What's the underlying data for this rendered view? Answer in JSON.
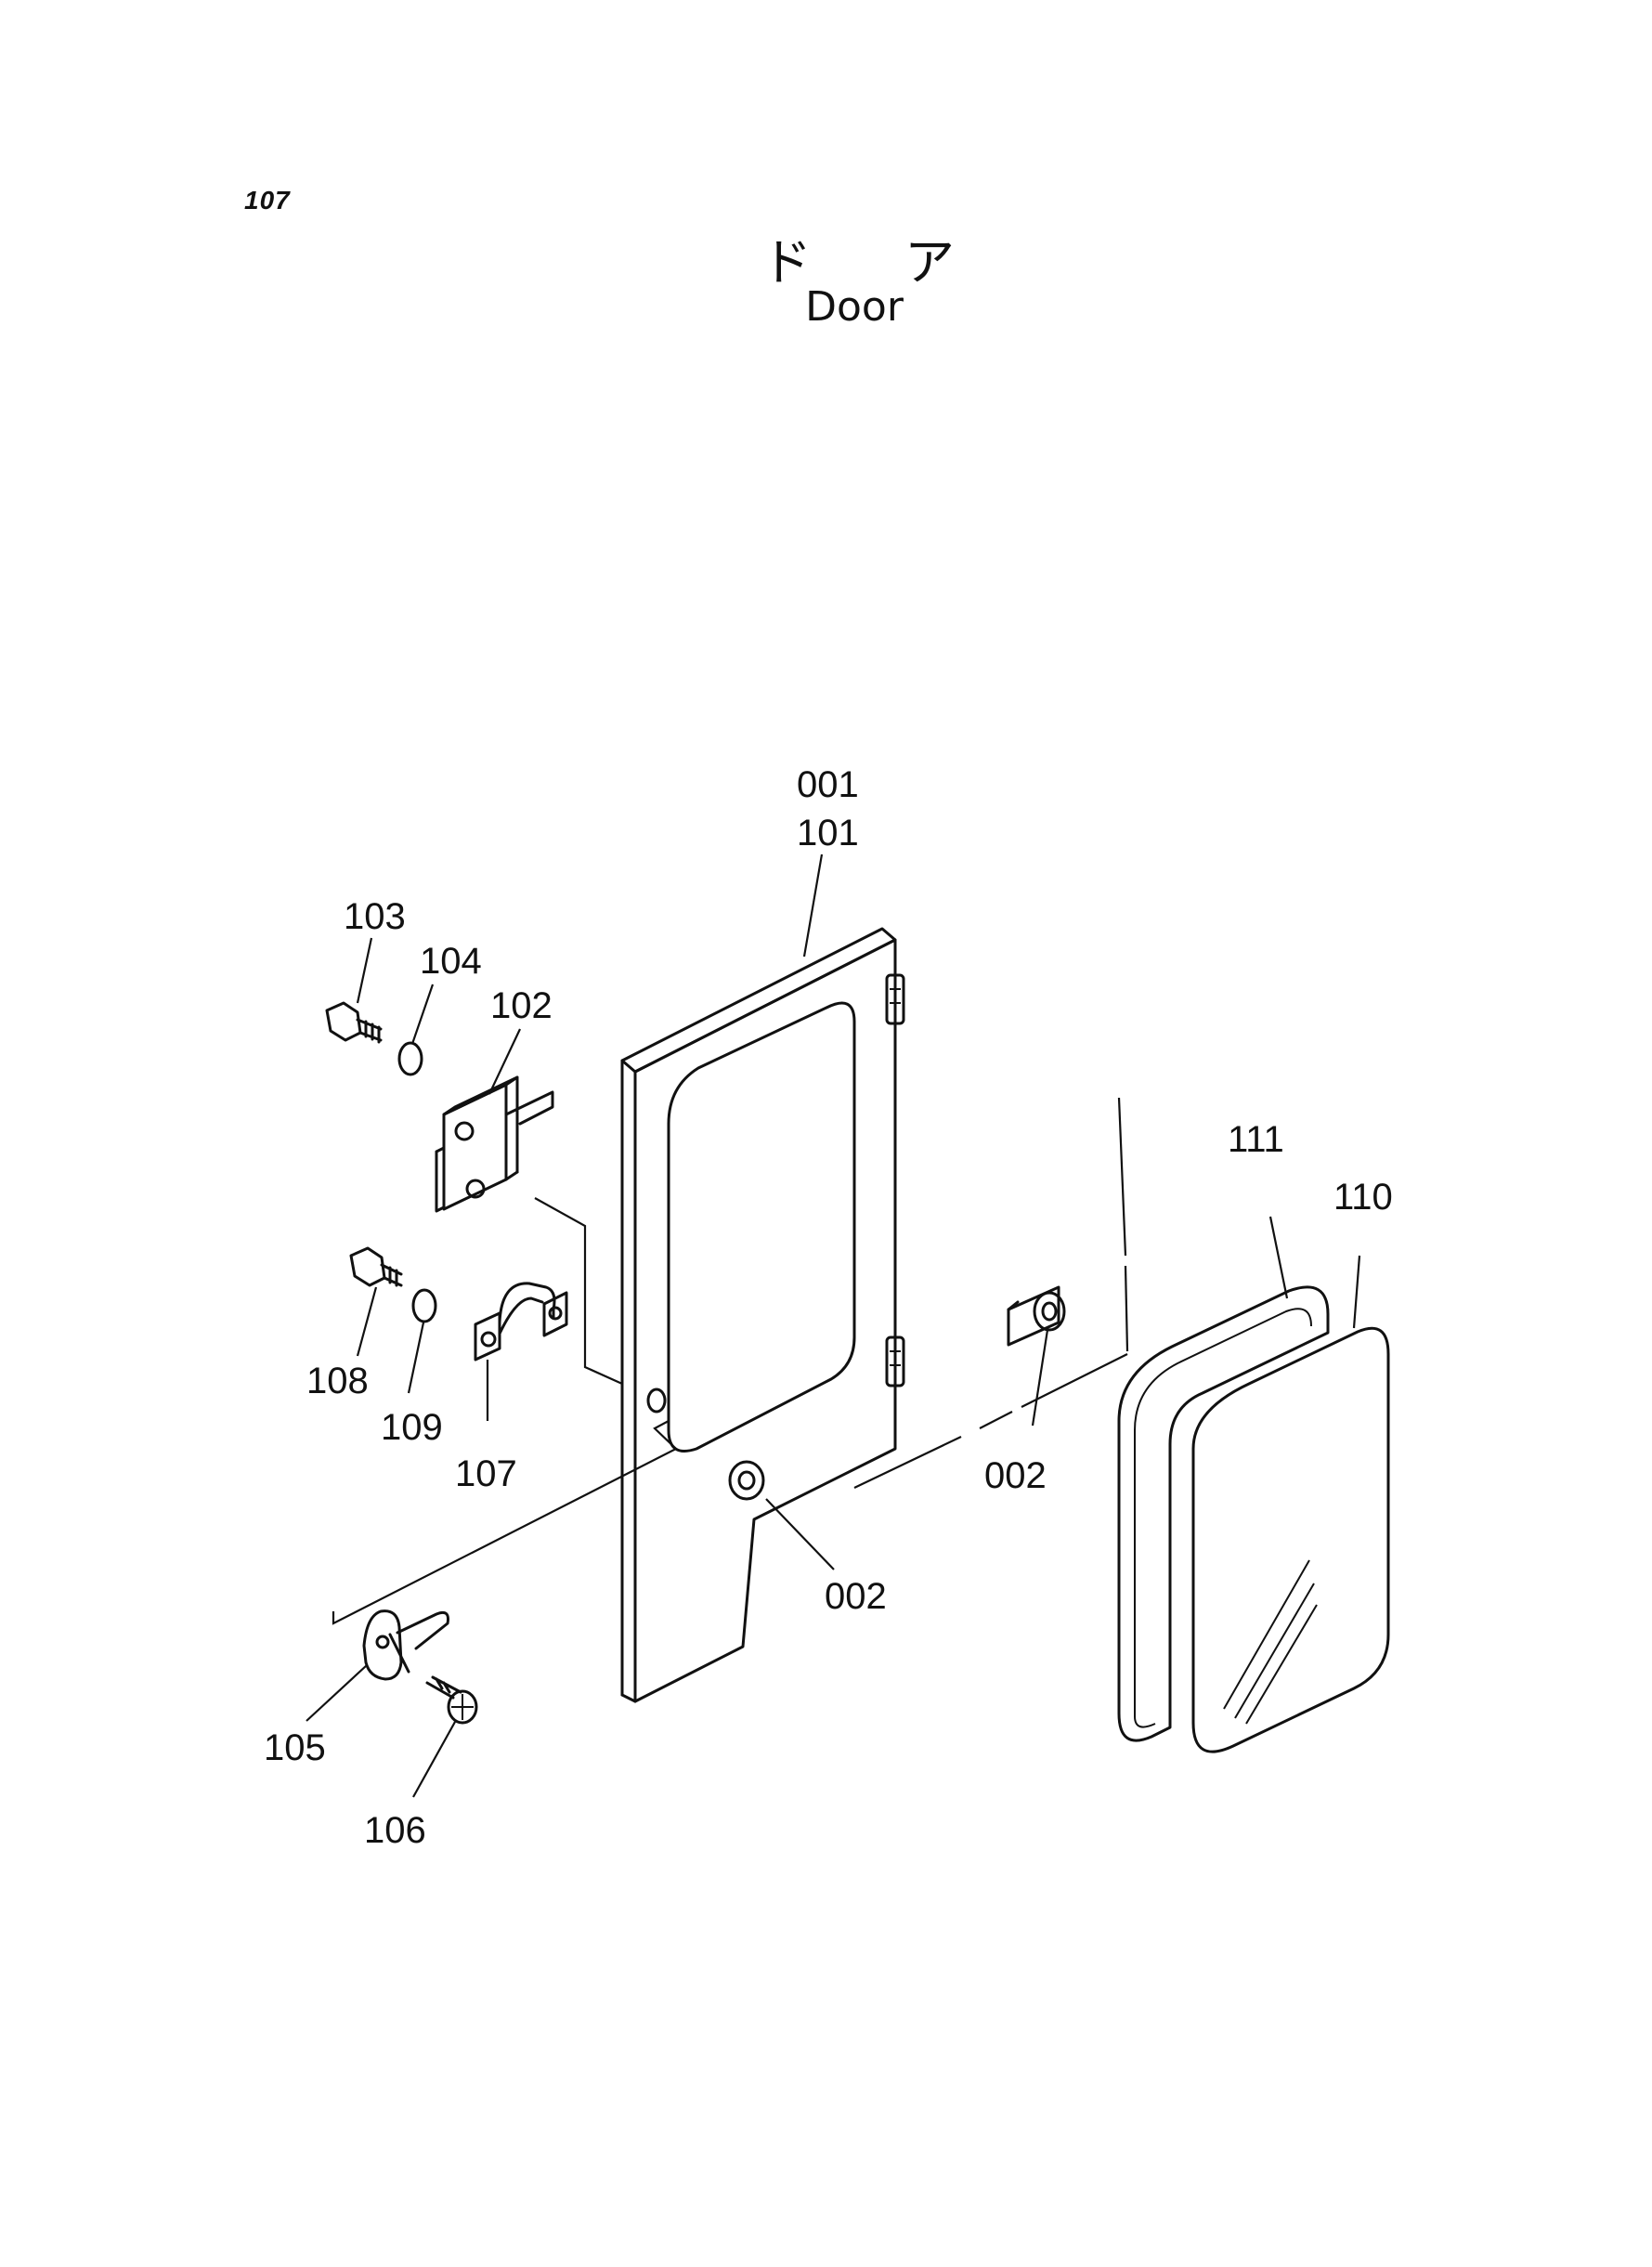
{
  "page": {
    "number": "107",
    "title_jp": "ドア",
    "title_en": "Door"
  },
  "callouts": {
    "c001": "001",
    "c101": "101",
    "c102": "102",
    "c103": "103",
    "c104": "104",
    "c105": "105",
    "c106": "106",
    "c107": "107",
    "c108": "108",
    "c109": "109",
    "c110": "110",
    "c111": "111",
    "c002a": "002",
    "c002b": "002"
  }
}
